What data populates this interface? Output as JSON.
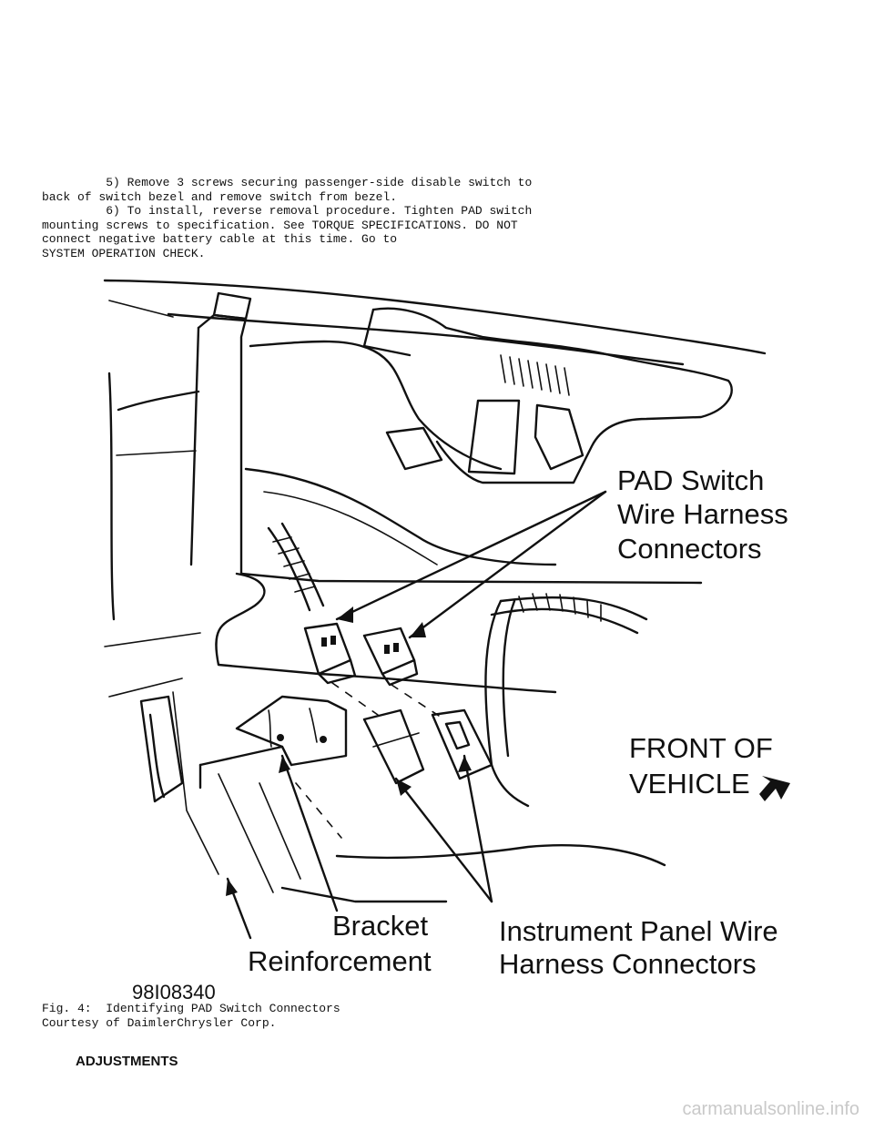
{
  "body_text": {
    "lines": [
      "         5) Remove 3 screws securing passenger-side disable switch to",
      "back of switch bezel and remove switch from bezel.",
      "         6) To install, reverse removal procedure. Tighten PAD switch",
      "mounting screws to specification. See TORQUE SPECIFICATIONS. DO NOT",
      "connect negative battery cable at this time. Go to",
      "SYSTEM OPERATION CHECK."
    ]
  },
  "figure": {
    "labels": {
      "pad_switch_1": "PAD Switch",
      "pad_switch_2": "Wire Harness",
      "pad_switch_3": "Connectors",
      "front_1": "FRONT OF",
      "front_2": "VEHICLE",
      "bracket": "Bracket",
      "reinforcement": "Reinforcement",
      "ip_wire_1": "Instrument Panel Wire",
      "ip_wire_2": "Harness Connectors",
      "figure_code": "98I08340"
    }
  },
  "caption": {
    "line1": "Fig. 4:  Identifying PAD Switch Connectors",
    "line2": "Courtesy of DaimlerChrysler Corp."
  },
  "section_heading": "ADJUSTMENTS",
  "watermark": "carmanualsonline.info"
}
